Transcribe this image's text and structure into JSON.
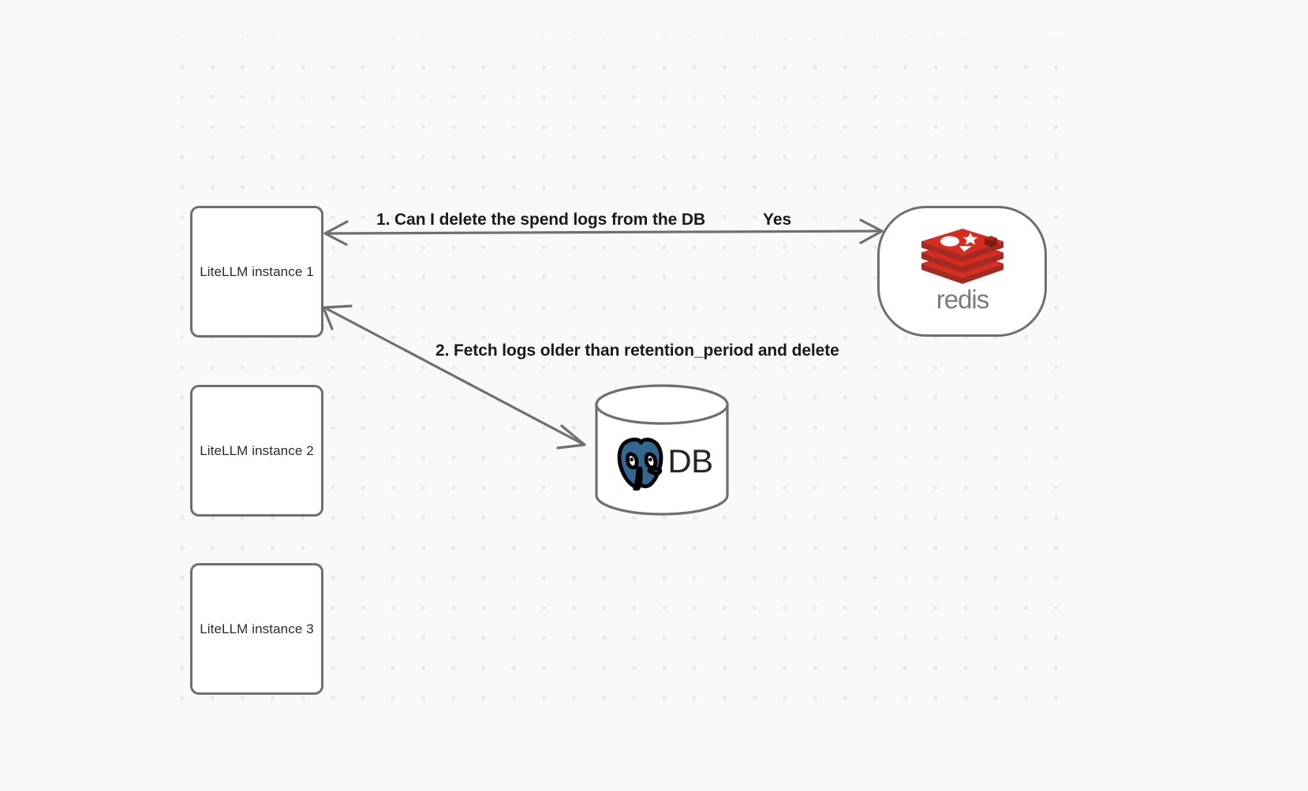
{
  "canvas": {
    "background_color": "#f9f9f9",
    "dot_color": "#e9e9e9",
    "stroke_color": "#6f6f6f"
  },
  "nodes": [
    {
      "id": "litellm-1",
      "label": "LiteLLM instance 1",
      "shape": "rounded-rectangle"
    },
    {
      "id": "litellm-2",
      "label": "LiteLLM instance 2",
      "shape": "rounded-rectangle"
    },
    {
      "id": "litellm-3",
      "label": "LiteLLM instance 3",
      "shape": "rounded-rectangle"
    },
    {
      "id": "redis",
      "label": "redis",
      "shape": "stadium",
      "logo": "redis-logo",
      "brand_color": "#d82c20"
    },
    {
      "id": "database",
      "label": "DB",
      "shape": "cylinder",
      "logo": "postgresql-elephant-logo",
      "brand_color": "#336791"
    }
  ],
  "edges": [
    {
      "id": "edge-1",
      "from": "litellm-1",
      "to": "redis",
      "direction": "bidirectional",
      "label": "1.  Can I delete the spend logs from the DB",
      "reply_label": "Yes"
    },
    {
      "id": "edge-2",
      "from": "litellm-1",
      "to": "database",
      "direction": "bidirectional",
      "label": "2.  Fetch logs older than retention_period and delete"
    }
  ],
  "labels": {
    "step1": "1.  Can I delete the spend logs from the DB",
    "yes": "Yes",
    "step2": "2.  Fetch logs older than retention_period and delete",
    "db_text": "DB",
    "redis_wordmark": "redis"
  }
}
